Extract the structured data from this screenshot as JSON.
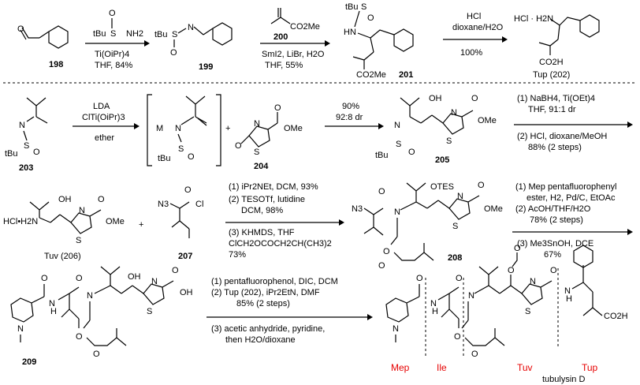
{
  "row1": {
    "c198": "198",
    "reagent_tbu_s": "tBu",
    "reagent_s": "S",
    "reagent_nh2": "NH2",
    "arrow1_below_1": "Ti(OiPr)4",
    "arrow1_below_2": "THF, 84%",
    "c199": "199",
    "arrow2_above": "200",
    "arrow2_below_1": "SmI2, LiBr, H2O",
    "arrow2_below_2": "THF, 55%",
    "c201": "201",
    "arrow3_above_1": "HCl",
    "arrow3_above_2": "dioxane/H2O",
    "arrow3_below": "100%",
    "tup_label": "Tup (202)",
    "hcl_label": "HCl · H2N"
  },
  "row2": {
    "c203": "203",
    "arrow_lda_1": "LDA",
    "arrow_lda_2": "ClTi(OiPr)3",
    "arrow_lda_3": "ether",
    "c204": "204",
    "arrow_pct": "90%",
    "arrow_dr": "92:8 dr",
    "c205": "205",
    "step_1a": "(1) NaBH4, Ti(OEt)4",
    "step_1b": "THF, 91:1 dr",
    "step_2a": "(2) HCl, dioxane/MeOH",
    "step_2b": "88% (2 steps)"
  },
  "row3": {
    "tuv_label": "Tuv (206)",
    "hcl_h2n": "HCl•H2N",
    "c207": "207",
    "cond_1": "(1) iPr2NEt, DCM, 93%",
    "cond_2a": "(2) TESOTf, lutidine",
    "cond_2b": "DCM, 98%",
    "cond_3a": "(3) KHMDS, THF",
    "cond_3b": "ClCH2OCOCH2CH(CH3)2",
    "cond_3c": "73%",
    "c208": "208",
    "cond2_1a": "(1) Mep pentafluorophenyl",
    "cond2_1b": "ester, H2, Pd/C, EtOAc",
    "cond2_2a": "(2) AcOH/THF/H2O",
    "cond2_2b": "78% (2 steps)",
    "cond2_3a": "(3) Me3SnOH, DCE",
    "cond2_3b": "67%"
  },
  "row4": {
    "c209": "209",
    "cond_1": "(1) pentafluorophenol, DIC, DCM",
    "cond_2": "(2) Tup (202), iPr2EtN, DMF",
    "cond_2b": "85% (2 steps)",
    "cond_3a": "(3) acetic anhydride, pyridine,",
    "cond_3b": "then H2O/dioxane",
    "frag_mep": "Mep",
    "frag_ile": "Ile",
    "frag_tuv": "Tuv",
    "frag_tup": "Tup",
    "product": "tubulysin D"
  },
  "atoms": {
    "O": "O",
    "N": "N",
    "S": "S",
    "H": "H",
    "HN": "HN",
    "OH": "OH",
    "OMe": "OMe",
    "Cl": "Cl",
    "N3": "N3",
    "OTES": "OTES",
    "CO2H": "CO2H",
    "CO2Me": "CO2Me",
    "M": "M",
    "tBu": "tBu",
    "NH": "H"
  }
}
